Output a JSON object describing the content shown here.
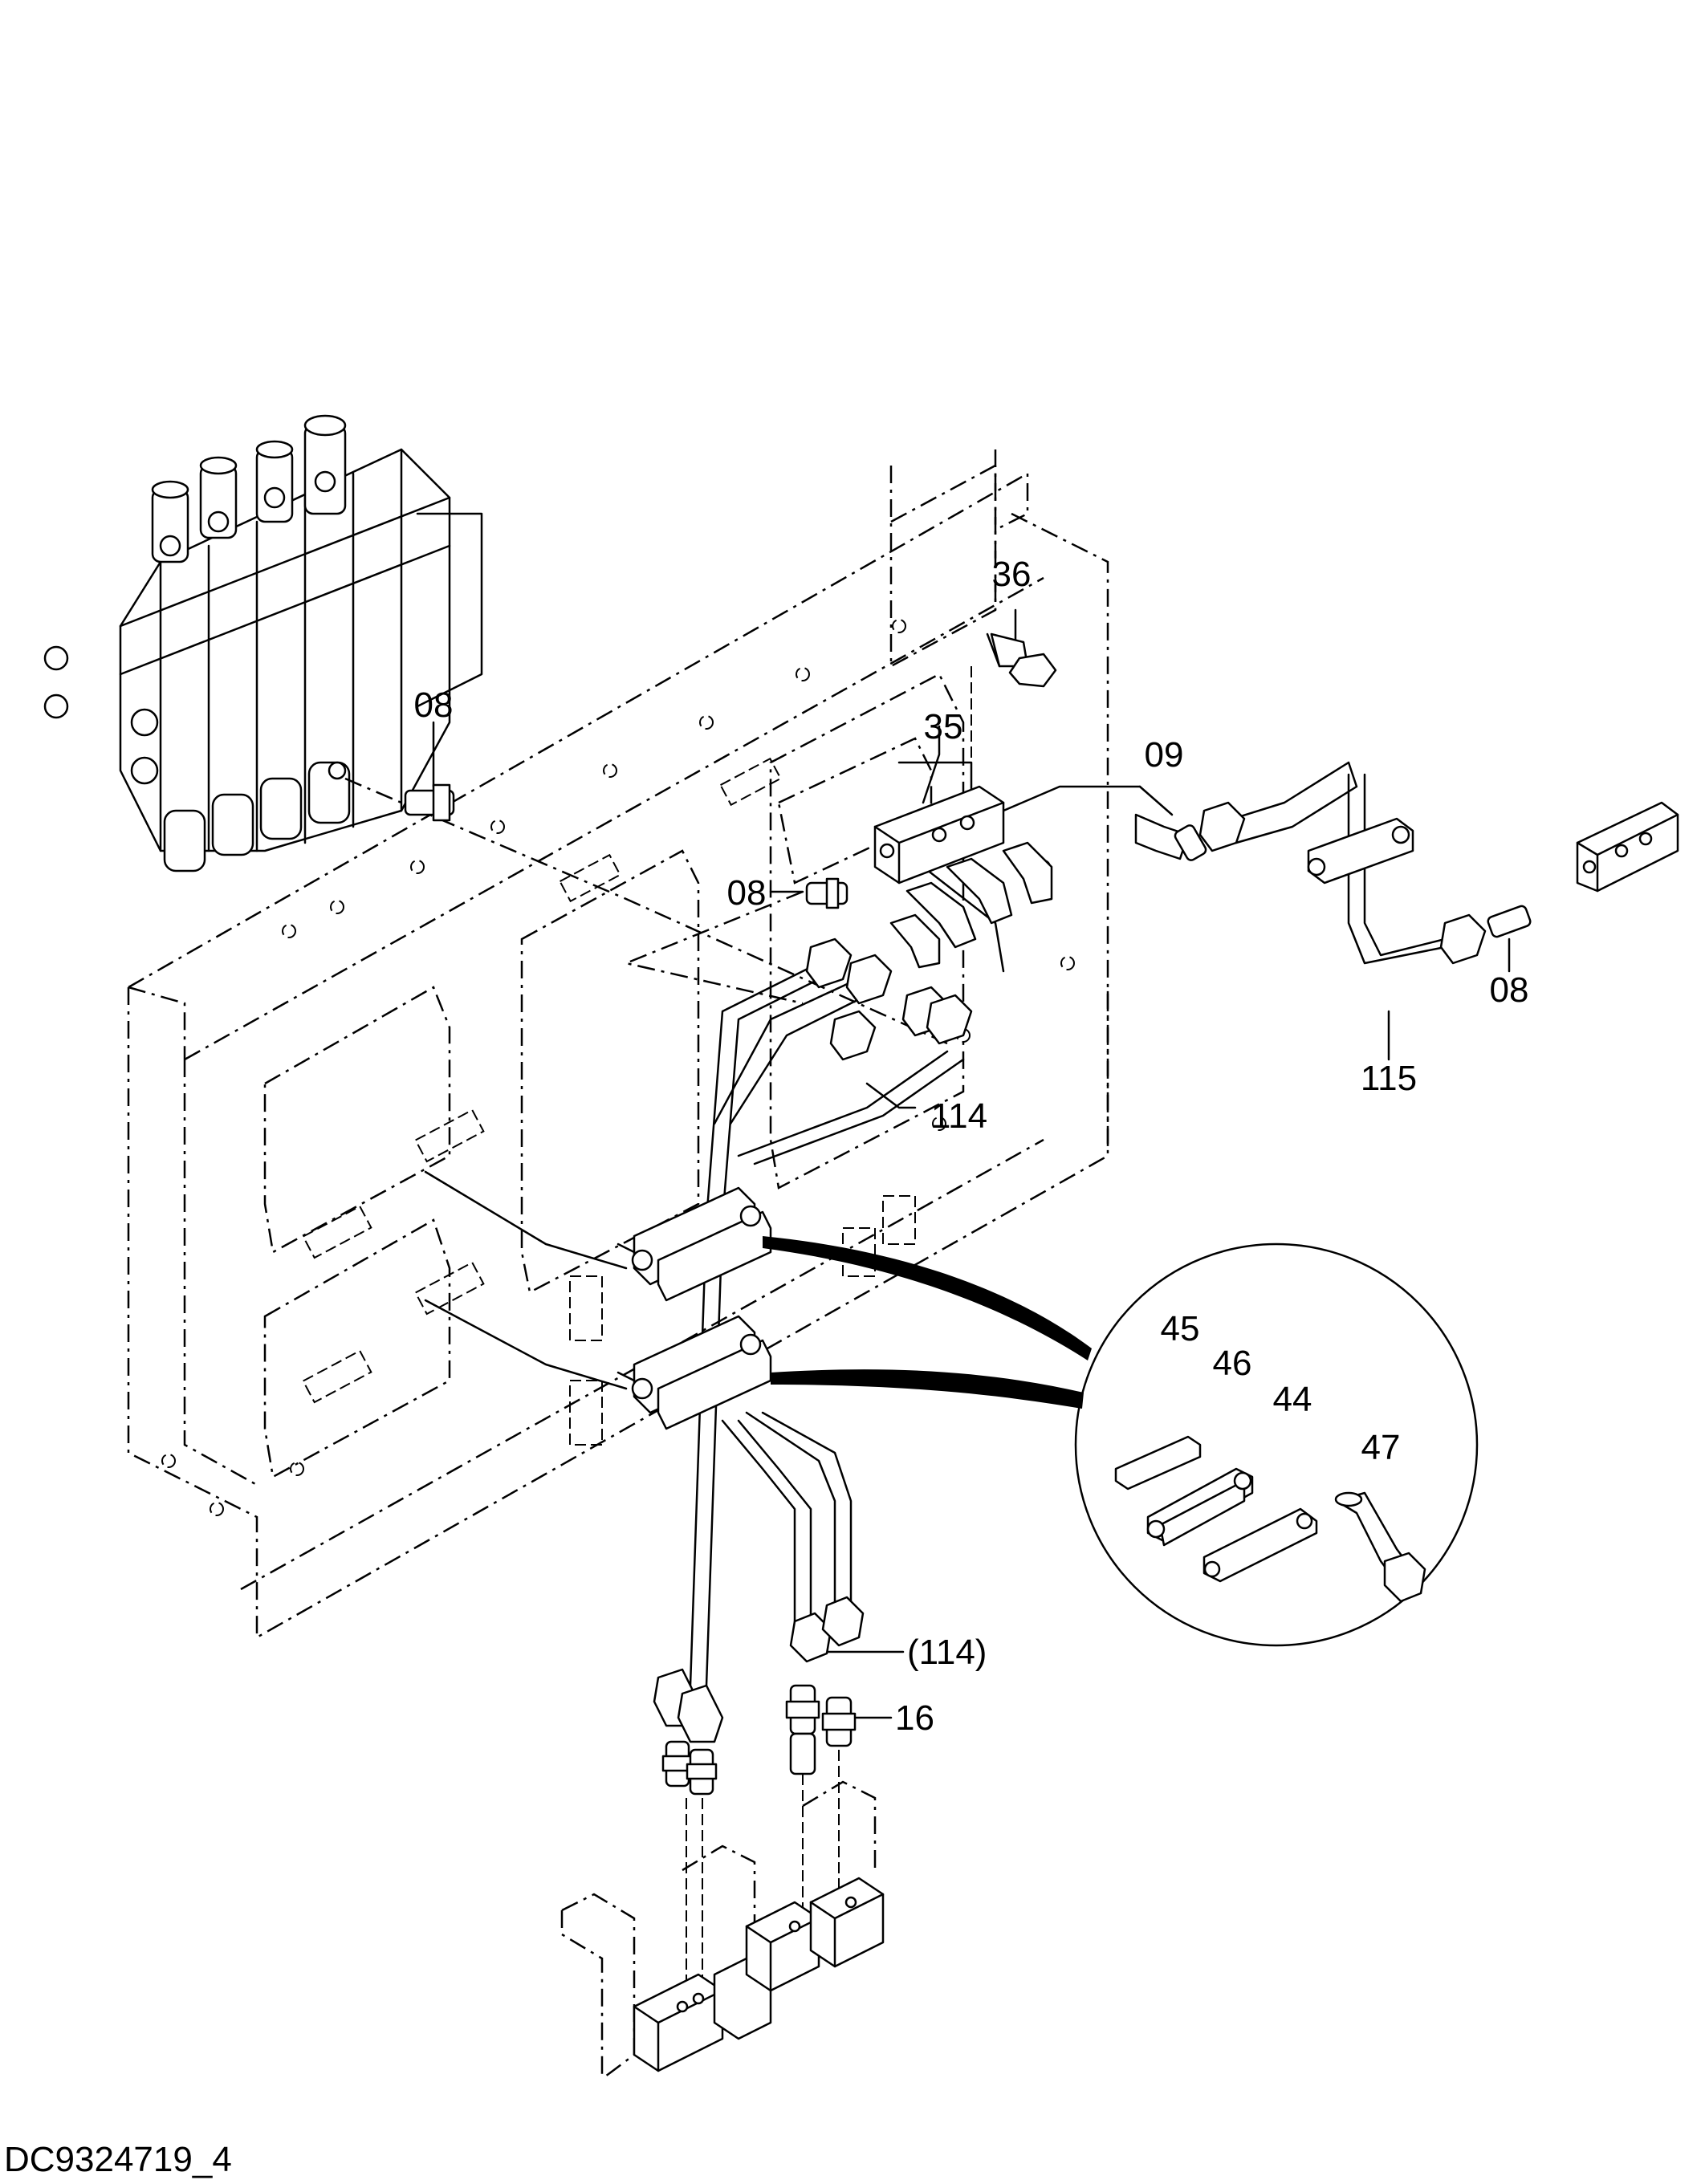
{
  "diagram": {
    "part_labels": [
      {
        "id": "p36",
        "text": "36"
      },
      {
        "id": "p08a",
        "text": "08"
      },
      {
        "id": "p35",
        "text": "35"
      },
      {
        "id": "p09",
        "text": "09"
      },
      {
        "id": "p08b",
        "text": "08"
      },
      {
        "id": "p08c",
        "text": "08"
      },
      {
        "id": "p115",
        "text": "115"
      },
      {
        "id": "p114",
        "text": "114"
      },
      {
        "id": "p45",
        "text": "45"
      },
      {
        "id": "p46",
        "text": "46"
      },
      {
        "id": "p44",
        "text": "44"
      },
      {
        "id": "p47",
        "text": "47"
      },
      {
        "id": "p114b",
        "text": "(114)"
      },
      {
        "id": "p16",
        "text": "16"
      }
    ],
    "drawing_number": "DC9324719_4"
  }
}
